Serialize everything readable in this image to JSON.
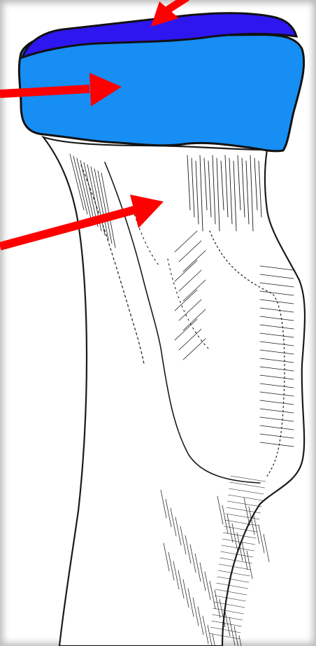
{
  "figure": {
    "background": "#ffffff",
    "regions": [
      {
        "name": "upper-surface",
        "color": "#2e16f0"
      },
      {
        "name": "cartilage-cap",
        "color": "#168ef4"
      },
      {
        "name": "bone-shaft",
        "color": "#ffffff"
      }
    ],
    "pointers": [
      {
        "target": "upper-surface",
        "color": "#ff0000"
      },
      {
        "target": "cartilage-cap",
        "color": "#ff0000"
      },
      {
        "target": "bone-shaft",
        "color": "#ff0000"
      }
    ],
    "sketch_ink": "#1a1a1a"
  }
}
